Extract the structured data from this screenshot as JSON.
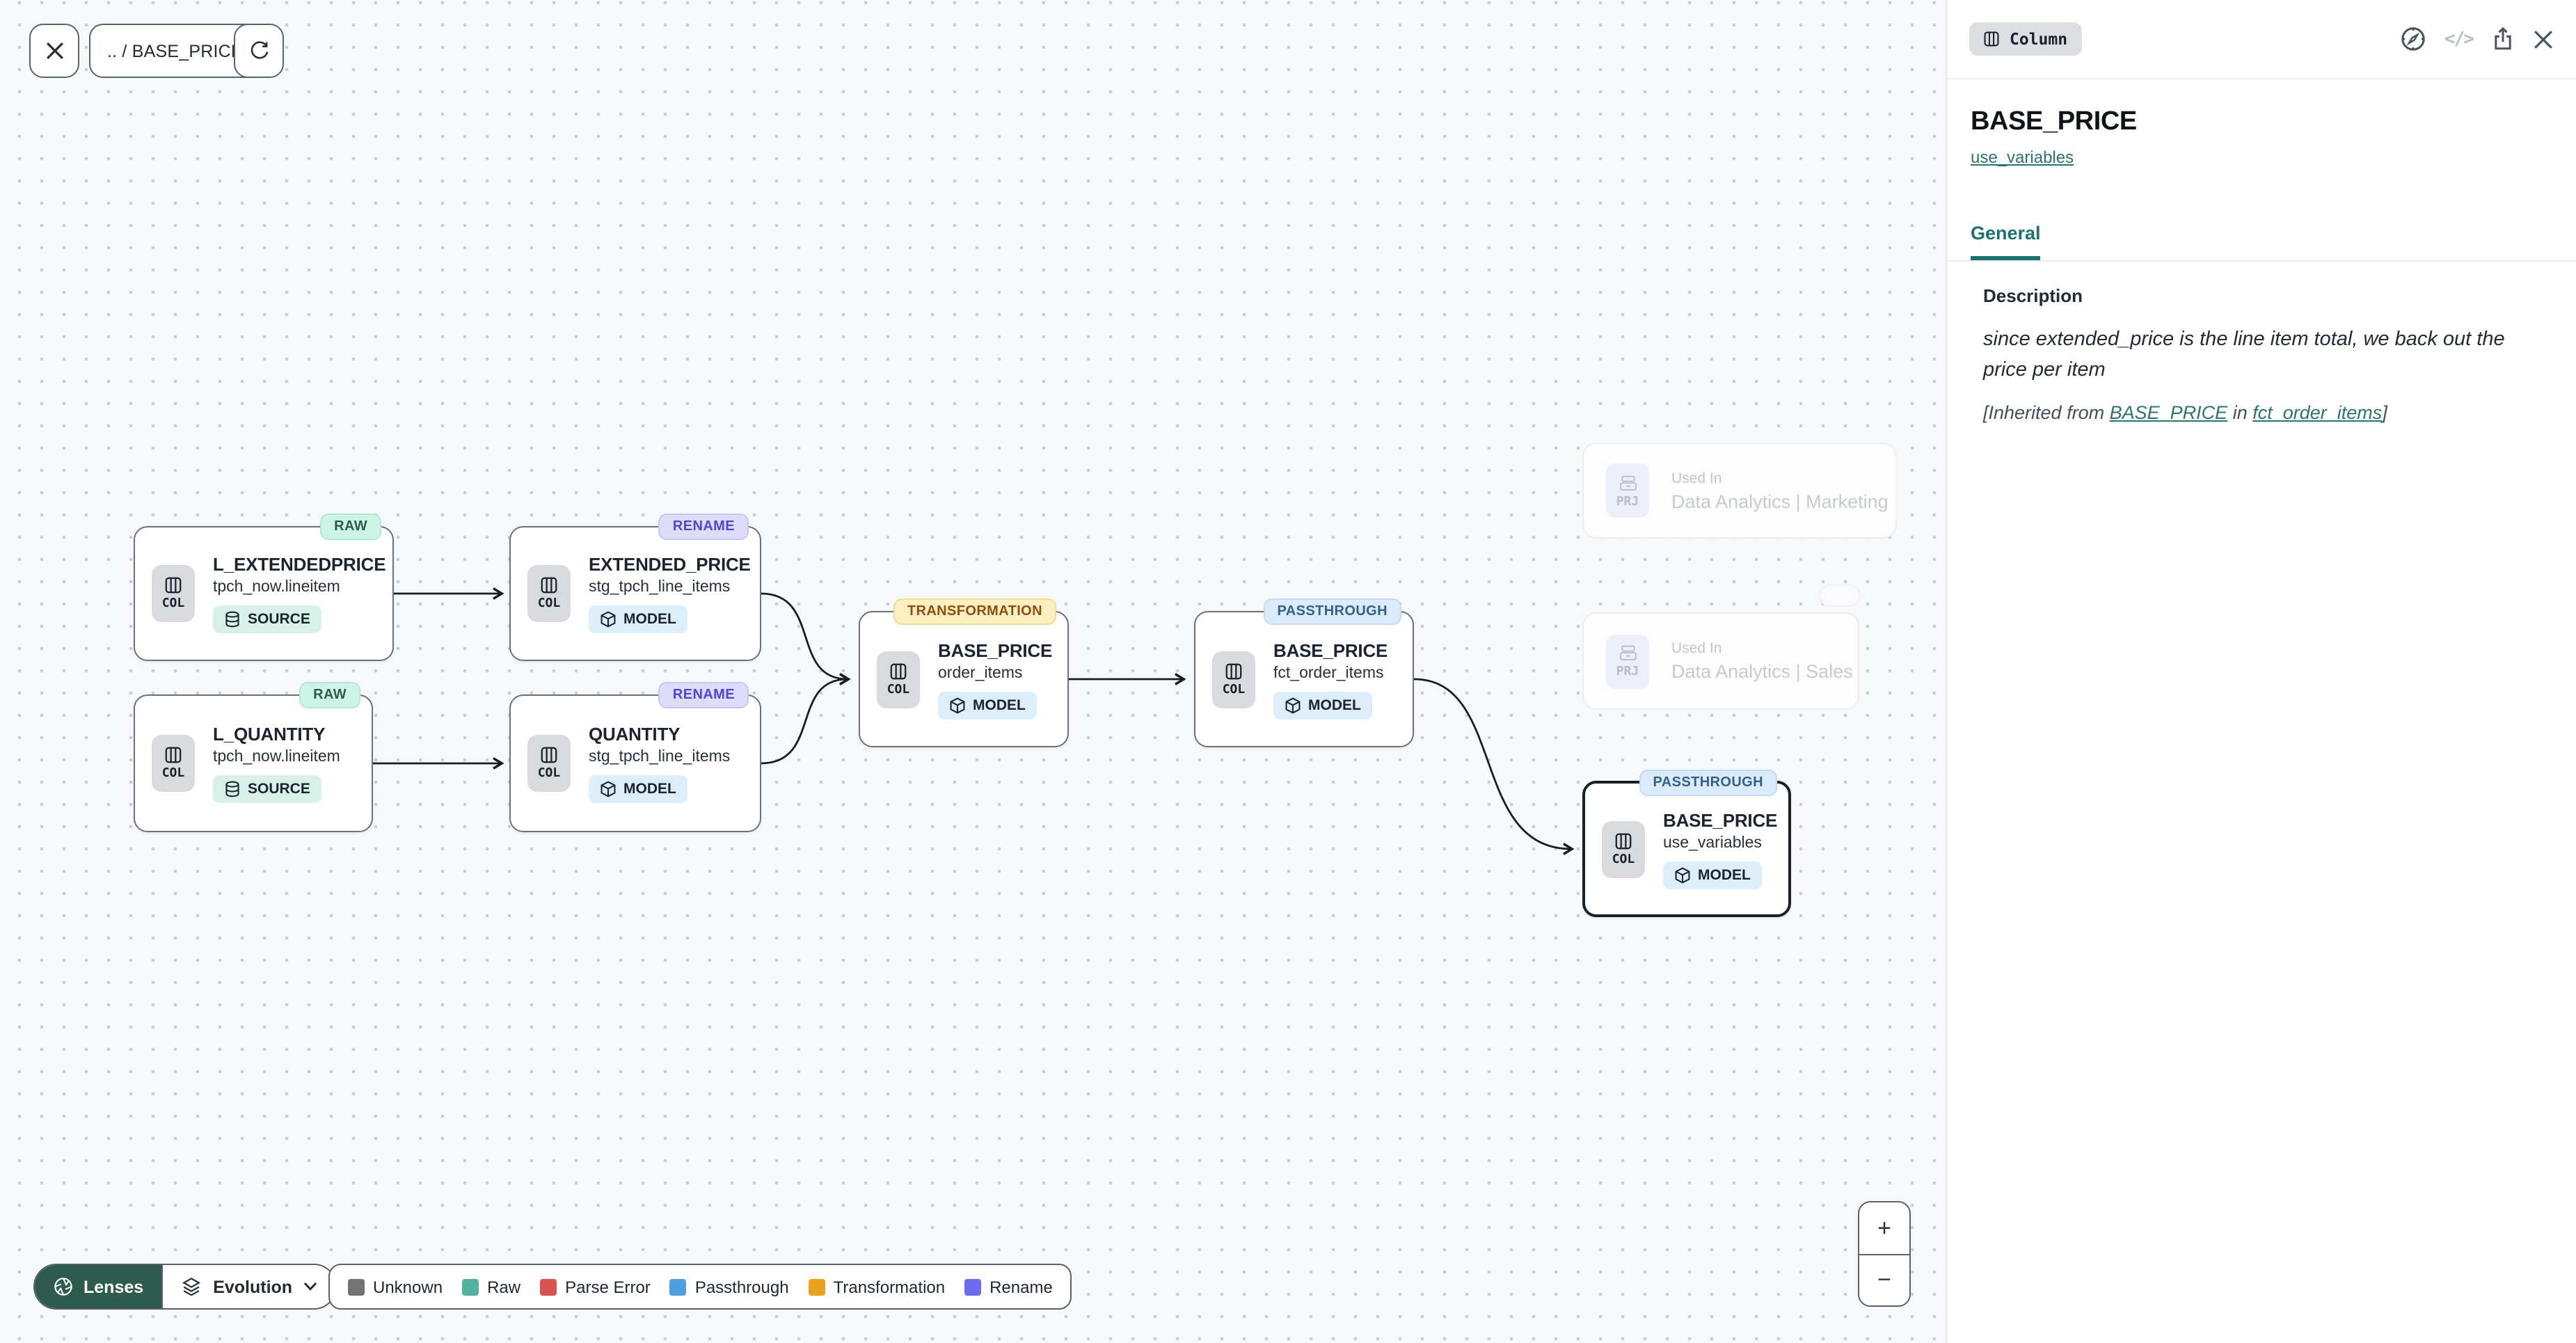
{
  "toolbar": {
    "breadcrumb": ".. / BASE_PRICE"
  },
  "canvas": {
    "nodes": [
      {
        "badge": "RAW",
        "title": "L_EXTENDEDPRICE",
        "subtitle": "tpch_now.lineitem",
        "kind": "COL",
        "type": "SOURCE"
      },
      {
        "badge": "RENAME",
        "title": "EXTENDED_PRICE",
        "subtitle": "stg_tpch_line_items",
        "kind": "COL",
        "type": "MODEL"
      },
      {
        "badge": "RAW",
        "title": "L_QUANTITY",
        "subtitle": "tpch_now.lineitem",
        "kind": "COL",
        "type": "SOURCE"
      },
      {
        "badge": "RENAME",
        "title": "QUANTITY",
        "subtitle": "stg_tpch_line_items",
        "kind": "COL",
        "type": "MODEL"
      },
      {
        "badge": "TRANSFORMATION",
        "title": "BASE_PRICE",
        "subtitle": "order_items",
        "kind": "COL",
        "type": "MODEL"
      },
      {
        "badge": "PASSTHROUGH",
        "title": "BASE_PRICE",
        "subtitle": "fct_order_items",
        "kind": "COL",
        "type": "MODEL"
      },
      {
        "badge": "PASSTHROUGH",
        "title": "BASE_PRICE",
        "subtitle": "use_variables",
        "kind": "COL",
        "type": "MODEL"
      }
    ],
    "ghosts": [
      {
        "chip": "PRJ",
        "label": "Used In",
        "name": "Data Analytics | Marketing"
      },
      {
        "chip": "PRJ",
        "label": "Used In",
        "name": "Data Analytics | Sales"
      }
    ]
  },
  "lenses": {
    "button": "Lenses",
    "mode": "Evolution"
  },
  "legend": {
    "items": [
      {
        "label": "Unknown",
        "color": "#737373"
      },
      {
        "label": "Raw",
        "color": "#52b39c"
      },
      {
        "label": "Parse Error",
        "color": "#d85450"
      },
      {
        "label": "Passthrough",
        "color": "#4d9fe0"
      },
      {
        "label": "Transformation",
        "color": "#e8a21f"
      },
      {
        "label": "Rename",
        "color": "#6c6cf0"
      }
    ]
  },
  "zoom_controls": {
    "zoom_in": "+",
    "zoom_out": "−"
  },
  "panel": {
    "type_chip": "Column",
    "title": "BASE_PRICE",
    "subtitle_link": "use_variables",
    "tab": "General",
    "description_heading": "Description",
    "description_text": "since extended_price is the line item total, we back out the price per item",
    "inherited": {
      "prefix": "[Inherited from ",
      "link1": "BASE_PRICE",
      "middle": " in ",
      "link2": "fct_order_items",
      "suffix": "]"
    }
  },
  "colors": {
    "accent_teal": "#1d716b",
    "lenses_button_bg": "#2d5b4e",
    "badge_raw_bg": "#cdf4e6",
    "badge_rename_bg": "#dedcfb",
    "badge_transformation_bg": "#fcefc0",
    "badge_passthrough_bg": "#dcebfb"
  }
}
